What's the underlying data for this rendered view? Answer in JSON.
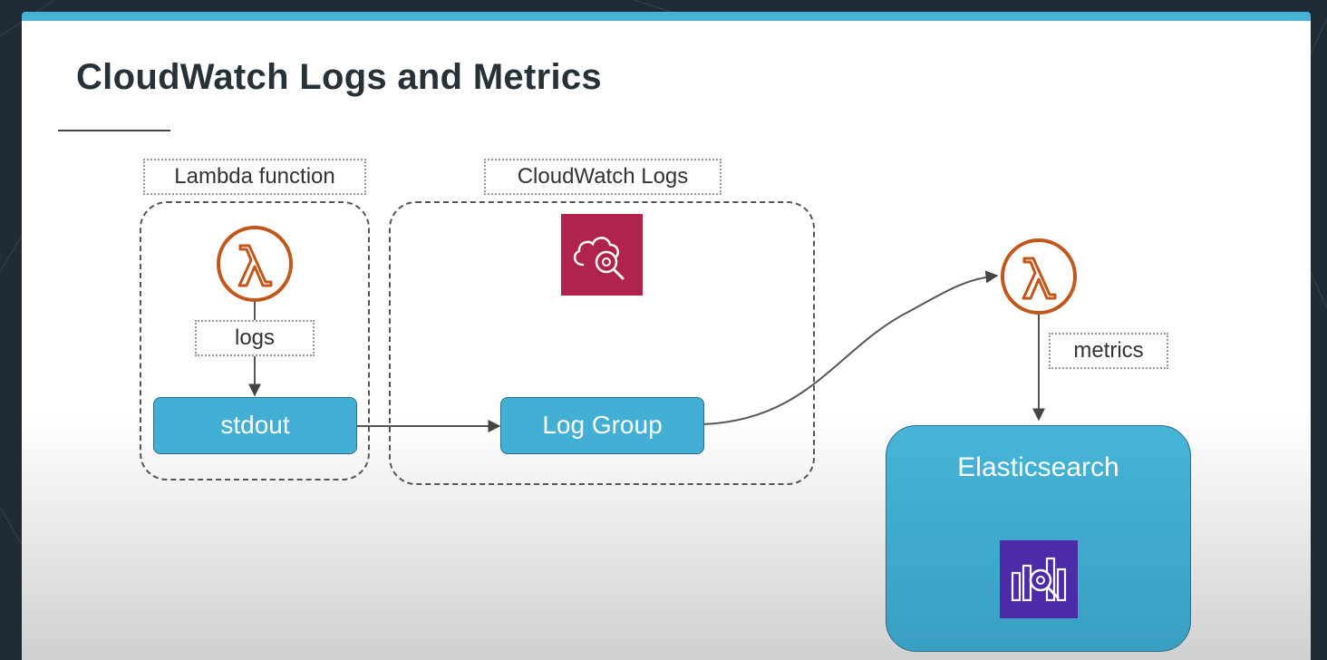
{
  "slide": {
    "title": "CloudWatch Logs and Metrics"
  },
  "diagram": {
    "groups": {
      "lambda": {
        "label": "Lambda function"
      },
      "cloudwatch": {
        "label": "CloudWatch Logs"
      }
    },
    "edge_labels": {
      "logs": "logs",
      "metrics": "metrics"
    },
    "nodes": {
      "stdout": "stdout",
      "log_group": "Log Group",
      "elasticsearch": "Elasticsearch"
    },
    "icons": {
      "lambda_source": "aws-lambda-icon",
      "cloudwatch": "aws-cloudwatch-logs-icon",
      "lambda_processor": "aws-lambda-icon",
      "elasticsearch": "aws-elasticsearch-icon"
    },
    "colors": {
      "accent": "#45b3d6",
      "node_fill": "#43afd4",
      "lambda_orange": "#c2571b",
      "cloudwatch_pink": "#b0234d",
      "elasticsearch_purple": "#4d2aa8"
    }
  }
}
